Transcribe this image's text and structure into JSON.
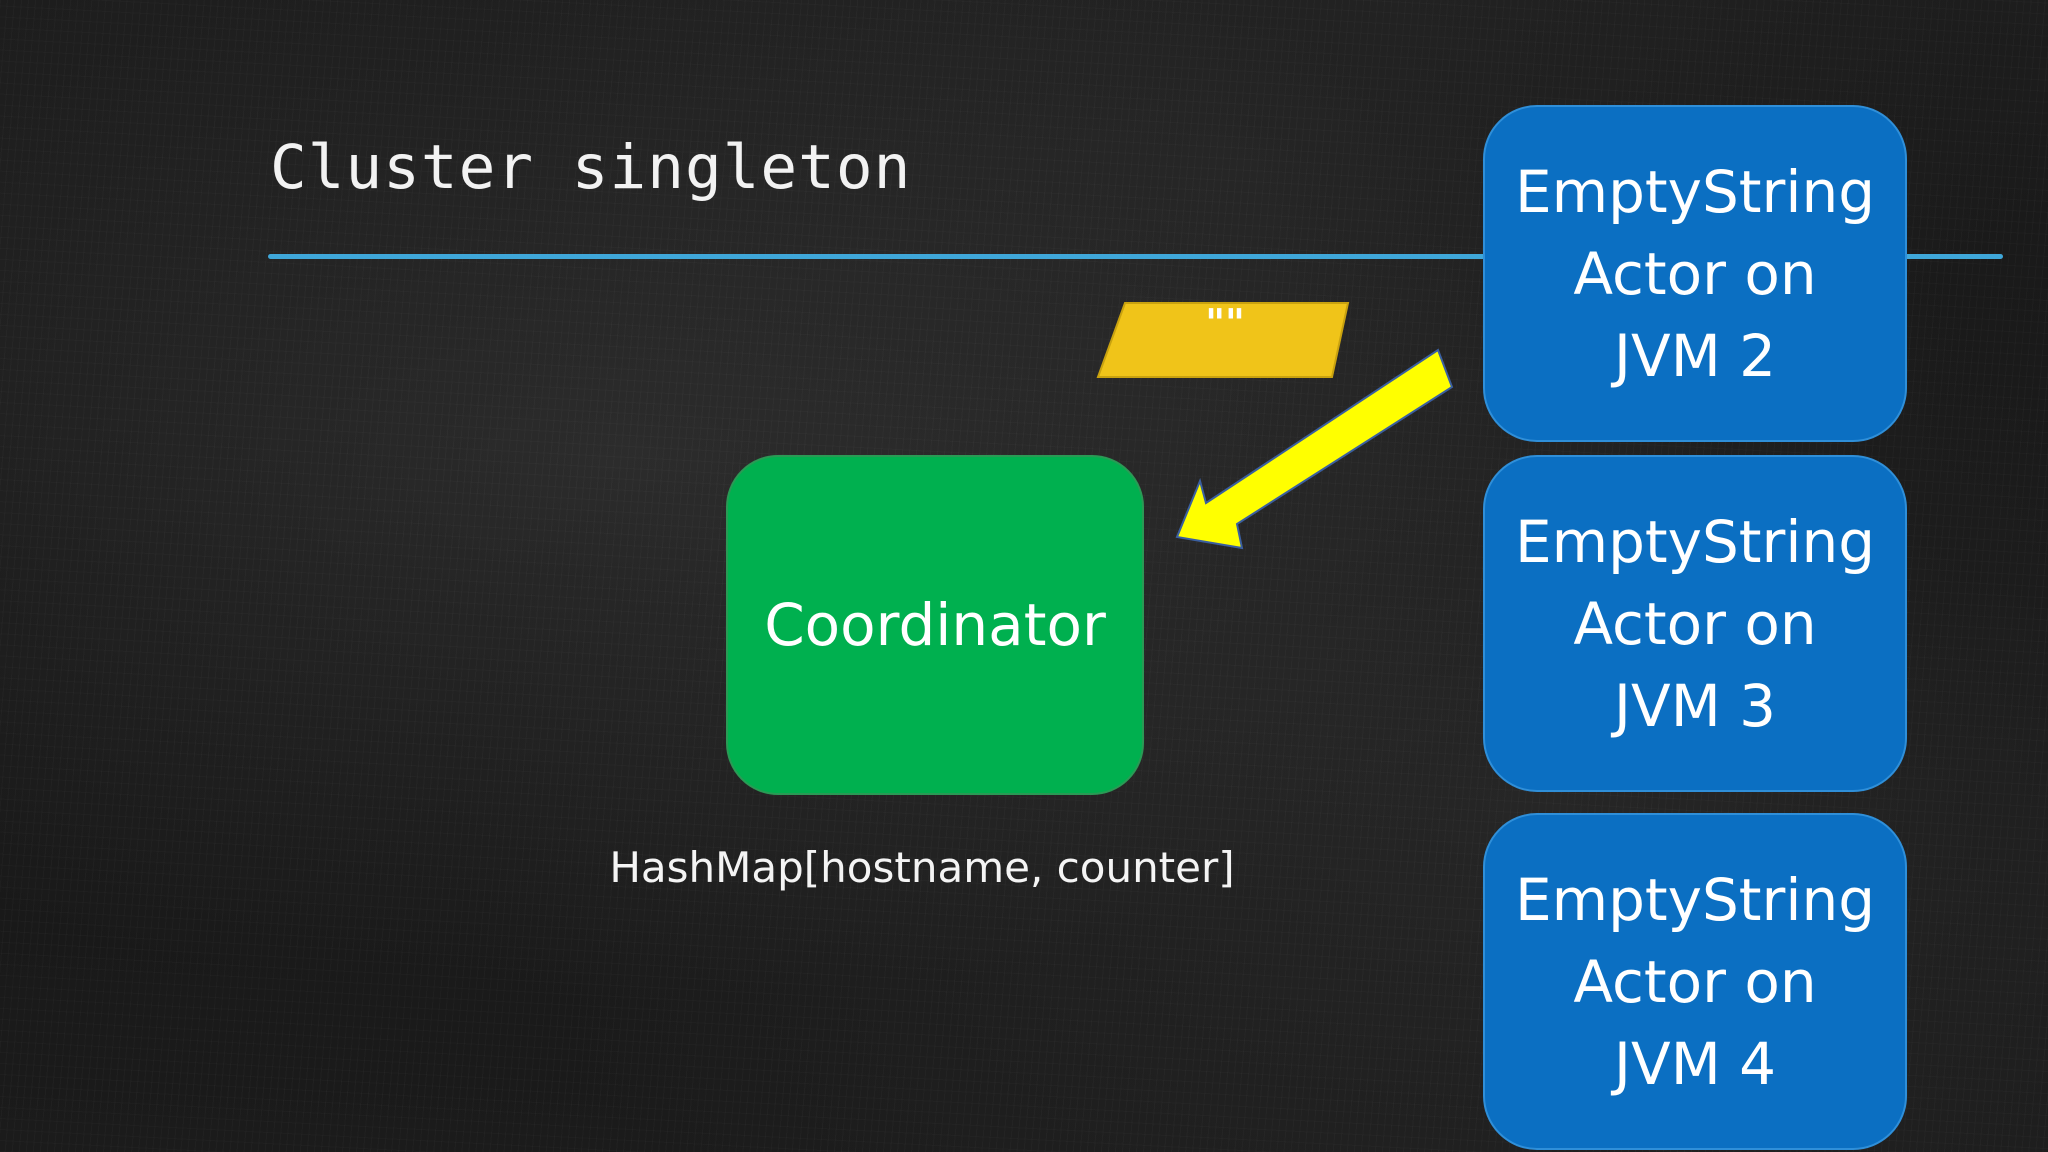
{
  "slide": {
    "title": "Cluster singleton",
    "message": {
      "text": "\"\"",
      "color": "#f0c419"
    },
    "arrow": {
      "color": "#ffff00"
    },
    "coordinator": {
      "label": "Coordinator",
      "color": "#00b04f"
    },
    "coordinator_caption": "HashMap[hostname, counter]",
    "rule_color": "#3fa7d9",
    "jvm_actors": [
      {
        "line1": "EmptyString",
        "line2": "Actor on",
        "line3": "JVM 2"
      },
      {
        "line1": "EmptyString",
        "line2": "Actor on",
        "line3": "JVM 3"
      },
      {
        "line1": "EmptyString",
        "line2": "Actor on",
        "line3": "JVM 4"
      }
    ],
    "actor_color": "#0b6fc2"
  }
}
